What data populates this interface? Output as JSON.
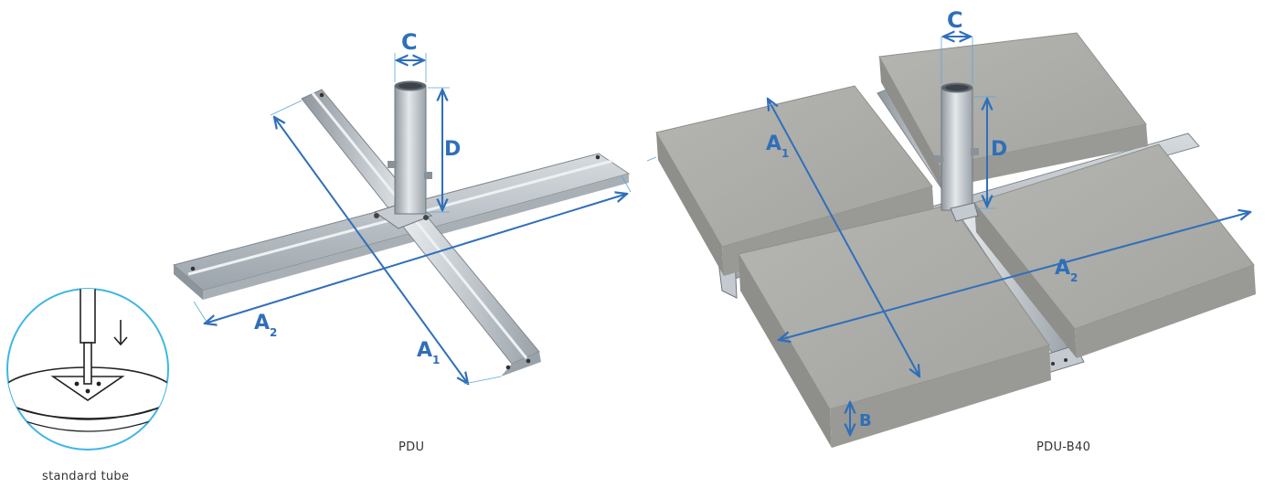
{
  "colors": {
    "accent": "#2f6fba",
    "circle": "#3fb6e6",
    "metal": "#b9c0c6",
    "stone": "#a9a9a5"
  },
  "captions": {
    "detail": "standard tube",
    "left_product": "PDU",
    "right_product": "PDU-B40"
  },
  "left_dims": {
    "c": "C",
    "d": "D",
    "a1": "A",
    "a1_sub": "1",
    "a2": "A",
    "a2_sub": "2"
  },
  "right_dims": {
    "c": "C",
    "d": "D",
    "a1": "A",
    "a1_sub": "1",
    "a2": "A",
    "a2_sub": "2",
    "b": "B"
  }
}
